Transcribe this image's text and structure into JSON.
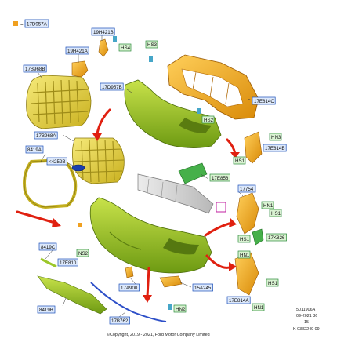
{
  "legend": {
    "eq": "=",
    "code": "17D957A"
  },
  "labels": [
    {
      "id": "19h421b",
      "text": "19H421B",
      "style": "blue"
    },
    {
      "id": "19h421a",
      "text": "19H421A",
      "style": "blue"
    },
    {
      "id": "hs4",
      "text": "HS4",
      "style": "green"
    },
    {
      "id": "hs3",
      "text": "HS3",
      "style": "green"
    },
    {
      "id": "17b968b",
      "text": "17B968B",
      "style": "blue"
    },
    {
      "id": "17d957b",
      "text": "17D957B",
      "style": "blue"
    },
    {
      "id": "17e814c",
      "text": "17E814C",
      "style": "blue"
    },
    {
      "id": "hs2",
      "text": "HS2",
      "style": "green"
    },
    {
      "id": "17b968a",
      "text": "17B968A",
      "style": "blue"
    },
    {
      "id": "8419a",
      "text": "8419A",
      "style": "blue"
    },
    {
      "id": "c4252b",
      "text": "<4252B",
      "style": "blue"
    },
    {
      "id": "hn3",
      "text": "HN3",
      "style": "green"
    },
    {
      "id": "17e814b",
      "text": "17E814B",
      "style": "blue"
    },
    {
      "id": "hs1a",
      "text": "HS1",
      "style": "green"
    },
    {
      "id": "17e856",
      "text": "17E856",
      "style": "green"
    },
    {
      "id": "17754",
      "text": "17754",
      "style": "blue"
    },
    {
      "id": "hn1a",
      "text": "HN1",
      "style": "green"
    },
    {
      "id": "hs1b",
      "text": "HS1",
      "style": "green"
    },
    {
      "id": "17k826",
      "text": "17K826",
      "style": "green"
    },
    {
      "id": "hs1c",
      "text": "HS1",
      "style": "green"
    },
    {
      "id": "hn1b",
      "text": "HN1",
      "style": "green"
    },
    {
      "id": "8419c",
      "text": "8419C",
      "style": "blue"
    },
    {
      "id": "ns2",
      "text": "NS2",
      "style": "green"
    },
    {
      "id": "17e810",
      "text": "17E810",
      "style": "blue"
    },
    {
      "id": "17a900",
      "text": "17A900",
      "style": "blue"
    },
    {
      "id": "15a245",
      "text": "15A245",
      "style": "blue"
    },
    {
      "id": "hs1d",
      "text": "HS1",
      "style": "green"
    },
    {
      "id": "17e814a",
      "text": "17E814A",
      "style": "blue"
    },
    {
      "id": "hn1c",
      "text": "HN1",
      "style": "green"
    },
    {
      "id": "8419b",
      "text": "8419B",
      "style": "blue"
    },
    {
      "id": "hn2",
      "text": "HN2",
      "style": "green"
    },
    {
      "id": "17b762",
      "text": "17B762",
      "style": "blue"
    }
  ],
  "footer": {
    "copyright": "©Copyright, 2019 - 2021, Ford Motor Company Limited",
    "ref1": "5011906A",
    "ref2": "09-2021 36",
    "ref3": "15",
    "ref4": "K 0382249 09"
  },
  "colors": {
    "label_blue_fill": "#dce8fb",
    "label_blue_stroke": "#1a4fb8",
    "label_green_fill": "#d9f2d2",
    "label_green_stroke": "#2c8a3a",
    "part_yellow": "#ecd84a",
    "part_green": "#9cc72a",
    "part_orange": "#f2a81e",
    "part_grey": "#d4d4d4",
    "arrow_red": "#e02010",
    "legend_square": "#f0a020",
    "line_blue": "#2d4fc8"
  }
}
